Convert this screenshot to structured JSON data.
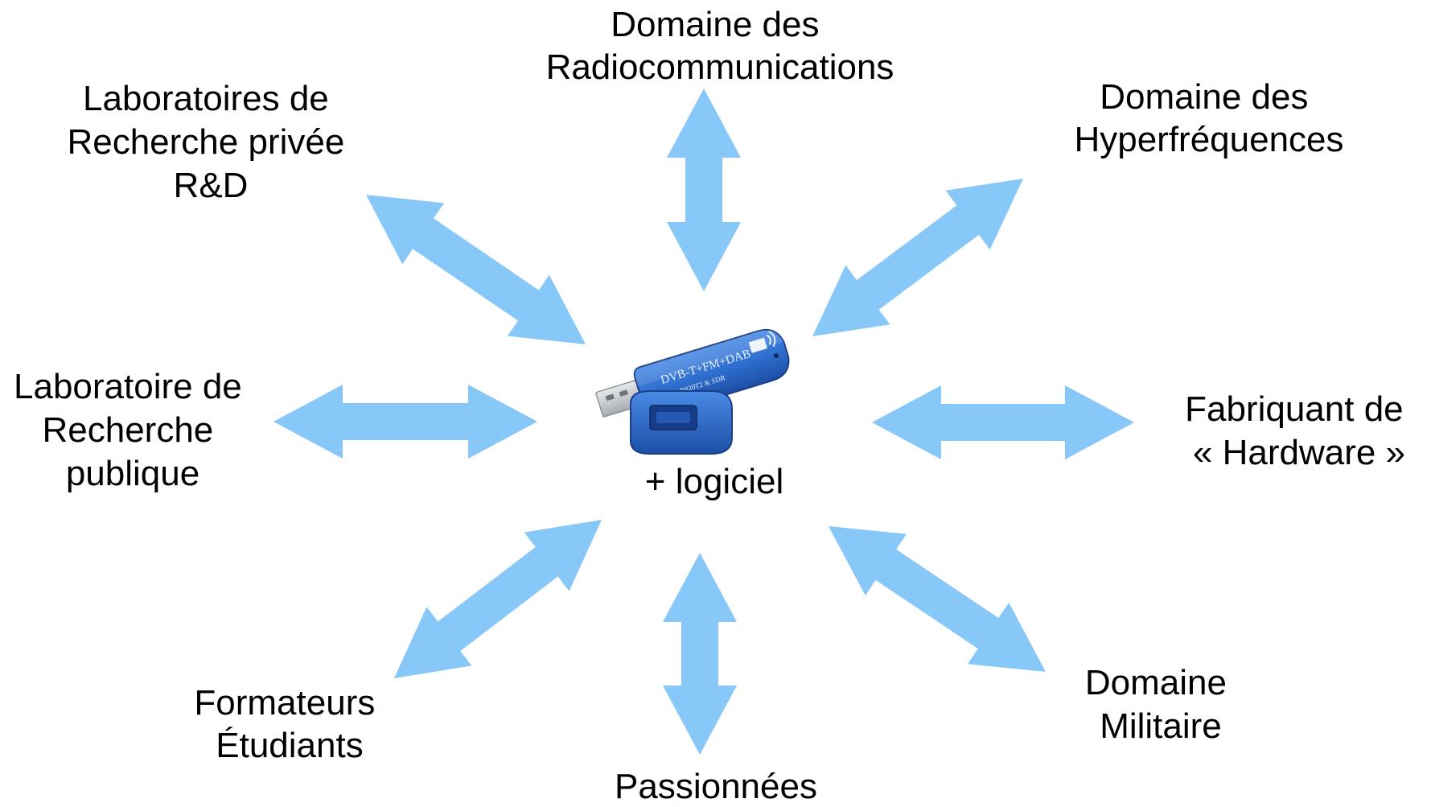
{
  "center": {
    "device_name": "usb-sdr-dongle",
    "dongle_print": "DVB-T+FM+DAB",
    "dongle_subprint": "R820T2 & SDR",
    "caption": "+ logiciel"
  },
  "labels": {
    "radiocom": [
      "Domaine des",
      "Radiocommunications"
    ],
    "hyper": [
      "Domaine des",
      "Hyperfréquences"
    ],
    "labo_privee": [
      "Laboratoires de",
      "Recherche privée",
      "R&D"
    ],
    "labo_publique": [
      "Laboratoire de",
      "Recherche",
      "publique"
    ],
    "hardware": [
      "Fabriquant de",
      "« Hardware »"
    ],
    "formateurs": [
      "Formateurs",
      "Étudiants"
    ],
    "passionnees": [
      "Passionnées"
    ],
    "militaire": [
      "Domaine",
      "Militaire"
    ]
  },
  "colors": {
    "arrow": "#87C8F8",
    "dongle_body": "#2F6FD0",
    "dongle_dark": "#1F4FA8",
    "usb_metal": "#C9CCD0"
  }
}
